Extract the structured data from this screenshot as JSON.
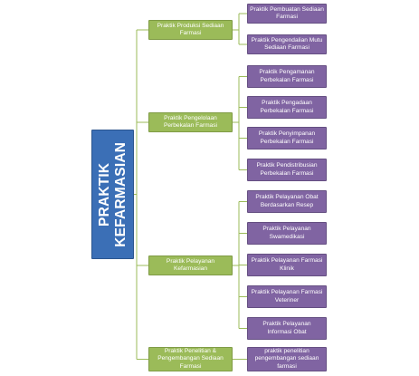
{
  "root": {
    "line1": "PRAKTIK",
    "line2": "KEFARMASIAN"
  },
  "colors": {
    "root": "#3b6fb6",
    "category": "#9bbb59",
    "leaf": "#8064a2",
    "connector": "#9bbb59"
  },
  "categories": [
    {
      "label": "Praktik Produksi Sediaan Farmasi",
      "children": [
        "Praktik Pembuatan Sediaan Farmasi",
        "Praktik Pengendalian Mutu Sediaan Farmasi"
      ]
    },
    {
      "label": "Praktik Pengelolaan Perbekalan Farmasi",
      "children": [
        "Praktik Pengamanan Perbekalan Farmasi",
        "Praktik Pengadaan Perbekalan Farmasi",
        "Praktik Penyimpanan Perbekalan Farmasi",
        "Praktik Pendistribusian Perbekalan Farmasi"
      ]
    },
    {
      "label": "Praktik Pelayanan Kefarmasian",
      "children": [
        "Praktik Pelayanan Obat Berdasarkan Resep",
        "Praktik Pelayanan Swamedikasi",
        "Praktik Pelayanan Farmasi Klinik",
        "Praktik Pelayanan Farmasi Veteriner",
        "Praktik Pelayanan Informasi Obat"
      ]
    },
    {
      "label": "Praktik Penelitian & Pengembangan Sediaan Farmasi",
      "children": [
        "praktik penelitian pengembangan sediaan farmasi"
      ]
    }
  ]
}
